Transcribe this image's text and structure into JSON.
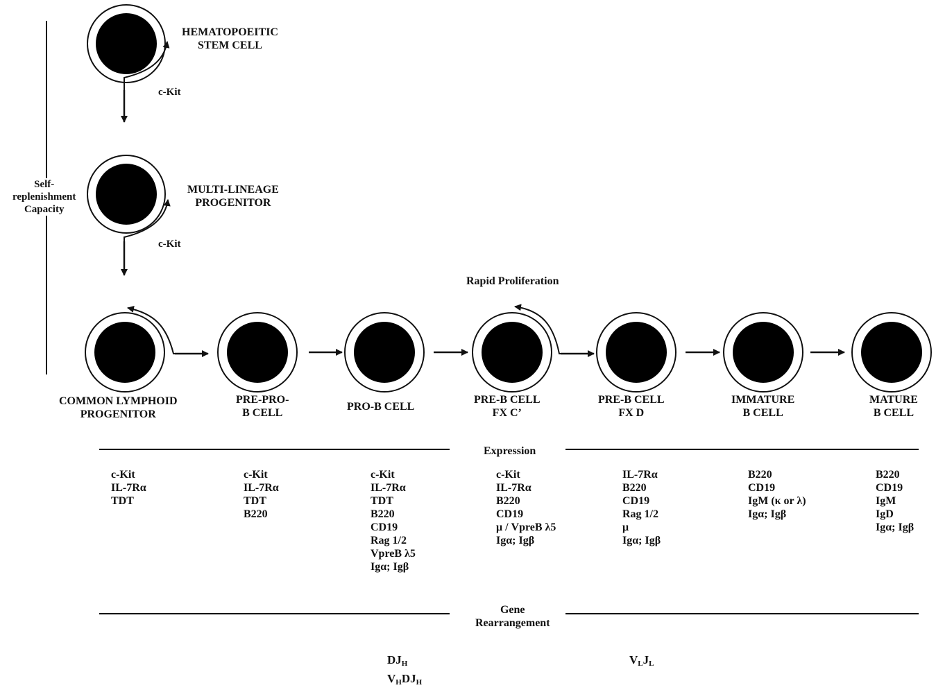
{
  "top_cells": {
    "hsc": [
      "HEMATOPOEITIC",
      "STEM CELL"
    ],
    "mlp": [
      "MULTI-LINEAGE",
      "PROGENITOR"
    ]
  },
  "ckit_label": "c-Kit",
  "self_renewal": [
    "Self-",
    "replenishment",
    "Capacity"
  ],
  "rapid_proliferation": "Rapid Proliferation",
  "stages": [
    {
      "name": [
        "COMMON LYMPHOID",
        "PROGENITOR"
      ],
      "markers": [
        "c-Kit",
        "IL-7Rα",
        "TDT"
      ]
    },
    {
      "name": [
        "PRE-PRO-",
        "B CELL"
      ],
      "markers": [
        "c-Kit",
        "IL-7Rα",
        "TDT",
        "B220"
      ]
    },
    {
      "name": [
        "PRO-B CELL"
      ],
      "markers": [
        "c-Kit",
        "IL-7Rα",
        "TDT",
        "B220",
        "CD19",
        "Rag 1/2",
        "VpreB λ5",
        "Igα; Igβ"
      ]
    },
    {
      "name": [
        "PRE-B CELL",
        "FX C’"
      ],
      "markers": [
        "c-Kit",
        "IL-7Rα",
        "B220",
        "CD19",
        "μ / VpreB λ5",
        "Igα; Igβ"
      ]
    },
    {
      "name": [
        "PRE-B CELL",
        "FX D"
      ],
      "markers": [
        "IL-7Rα",
        "B220",
        "CD19",
        "Rag 1/2",
        "μ",
        "Igα; Igβ"
      ]
    },
    {
      "name": [
        "IMMATURE",
        "B CELL"
      ],
      "markers": [
        "B220",
        "CD19",
        "IgM (κ or λ)",
        "Igα; Igβ"
      ]
    },
    {
      "name": [
        "MATURE",
        "B CELL"
      ],
      "markers": [
        "B220",
        "CD19",
        "IgM",
        "IgD",
        "Igα; Igβ"
      ]
    }
  ],
  "expression_label": "Expression",
  "gene_rearrangement_label": [
    "Gene",
    "Rearrangement"
  ],
  "rearrangements": {
    "heavy": [
      {
        "main": "DJ",
        "sub": "H"
      },
      {
        "main": "V",
        "sub": "H",
        "main2": "DJ",
        "sub2": "H"
      }
    ],
    "light": {
      "main": "V",
      "sub": "L",
      "main2": "J",
      "sub2": "L"
    }
  }
}
